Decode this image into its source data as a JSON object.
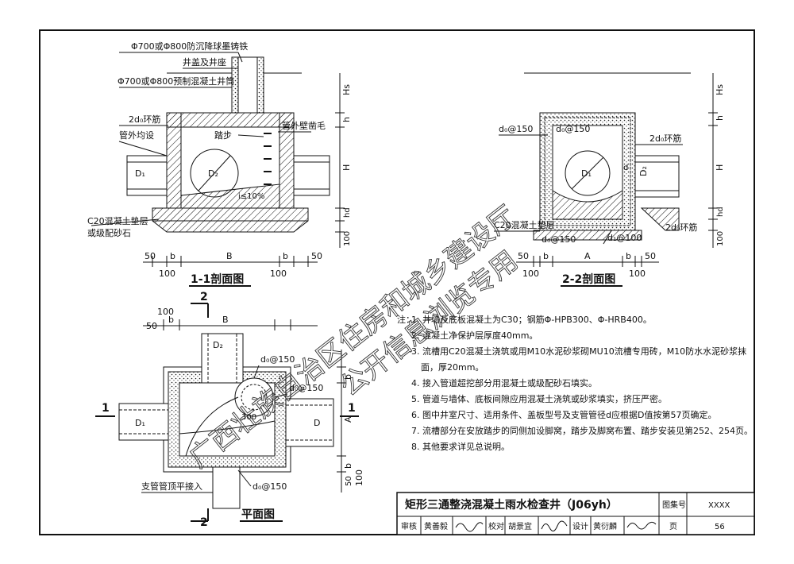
{
  "section11": {
    "top_cover": "Φ700或Φ800防沉降球墨铸铁",
    "cover_seat": "井盖及井座",
    "shaft": "Φ700或Φ800预制混凝土井筒",
    "ring_bar": "2d₀环筋",
    "pipe_outer": "管外均设",
    "steps": "踏步",
    "pipe_rough": "管外壁凿毛",
    "D1": "D₁",
    "D2": "D₂",
    "slope": "i≤10%",
    "cushion1": "C20混凝土垫层",
    "cushion2": "或级配砂石",
    "Hs": "Hs",
    "h": "h",
    "H": "H",
    "hd": "hd",
    "d100": "100",
    "B": "B",
    "b": "b",
    "d50": "50",
    "title": "1-1剖面图"
  },
  "section22": {
    "d0_150a": "d₀@150",
    "d0_150b": "d₀@150",
    "d0_150c": "d₀@150",
    "d1_100": "d₁@100",
    "ring_bar": "2d₀环筋",
    "ring_bar2": "2d₀环筋",
    "cushion": "C20混凝土垫层",
    "D1": "D₁",
    "D2": "D₂",
    "d": "d",
    "Hs": "Hs",
    "h": "h",
    "H": "H",
    "hd": "hd",
    "d100": "100",
    "A": "A",
    "b": "b",
    "d50": "50",
    "title": "2-2剖面图"
  },
  "plan": {
    "cut1": "1",
    "cut2": "2",
    "d100": "100",
    "b": "b",
    "d50": "50",
    "B": "B",
    "A": "A",
    "D": "D",
    "D1": "D₁",
    "D2": "D₂",
    "d0_150a": "d₀@150",
    "d0_150b": "d₀@150",
    "d0_150c": "d₀@150",
    "dim300": "300",
    "branch": "支管管顶平接入",
    "title": "平面图"
  },
  "notes": {
    "head": "注：",
    "n1": "1. 井墙及底板混凝土为C30；钢筋Φ-HPB300、Φ-HRB400。",
    "n2": "2. 混凝土净保护层厚度40mm。",
    "n3a": "3. 流槽用C20混凝土浇筑或用M10水泥砂浆砌MU10流槽专用砖，M10防水水泥砂浆抹",
    "n3b": "面，厚20mm。",
    "n4": "4. 接入管道超挖部分用混凝土或级配砂石填实。",
    "n5": "5. 管道与墙体、底板间隙应用混凝土浇筑或砂浆填实，挤压严密。",
    "n6": "6. 图中井室尺寸、适用条件、盖板型号及支管管径d应根据D值按第57页确定。",
    "n7": "7. 流槽部分在安放踏步的同侧加设脚窝，踏步及脚窝布置、踏步安装见第252、254页。",
    "n8": "8. 其他要求详见总说明。"
  },
  "title_block": {
    "title": "矩形三通整浇混凝土雨水检查井（J06yh）",
    "atlas_label": "图集号",
    "atlas_no": "XXXX",
    "review_label": "审核",
    "reviewer": "黄善毅",
    "check_label": "校对",
    "checker": "胡景宜",
    "design_label": "设计",
    "designer": "黄衍麟",
    "page_label": "页",
    "page_no": "56"
  },
  "watermark": {
    "line1": "广西壮族自治区住房和城乡建设厅",
    "line2": "公开信息浏览专用"
  }
}
